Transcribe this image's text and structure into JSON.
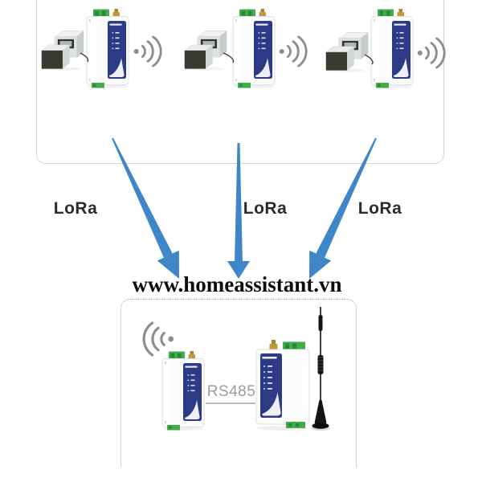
{
  "watermark": "www.homeassistant.vn",
  "lora_labels": [
    "LoRa",
    "LoRa",
    "LoRa"
  ],
  "bus_label": "RS485",
  "sensor_cluster": {
    "groups": [
      {
        "meter_icon": "meter-device",
        "modem_icon": "lora-din-modem",
        "signal_icon": "rf-signal-right"
      },
      {
        "meter_icon": "meter-device",
        "modem_icon": "lora-din-modem",
        "signal_icon": "rf-signal-right"
      },
      {
        "meter_icon": "meter-device",
        "modem_icon": "lora-din-modem",
        "signal_icon": "rf-signal-right"
      }
    ]
  },
  "gateway_cluster": {
    "signal_icon": "rf-signal-left",
    "lora_gateway_icon": "lora-din-modem",
    "uplink_gateway_icon": "din-gateway",
    "antenna_icon": "whip-antenna"
  },
  "colors": {
    "arrow_blue": "#3e86c7",
    "panel_navy": "#2c3a87",
    "terminal_green": "#3fae49",
    "sma_gold": "#c09a3c",
    "signal_gray": "#8d8d8d",
    "border_gray": "#a8a8a8",
    "label_dark": "#2c2c2c",
    "bus_gray": "#9c9c9c"
  }
}
